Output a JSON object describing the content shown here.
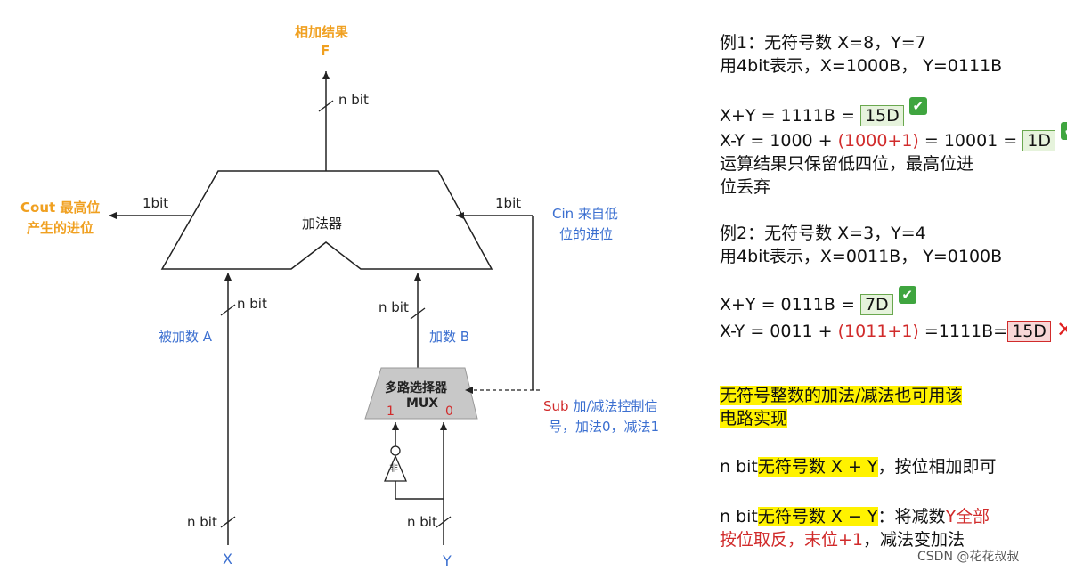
{
  "diagram": {
    "result_label": "相加结果",
    "result_symbol": "F",
    "adder_label": "加法器",
    "bus_top": "n bit",
    "cout_bit": "1bit",
    "cout_label_line1": "Cout 最高位",
    "cout_label_line2": "产生的进位",
    "cin_bit": "1bit",
    "cin_label_line1": "Cin 来自低",
    "cin_label_line2": "位的进位",
    "bus_a": "n bit",
    "addend_a": "被加数 A",
    "bus_b": "n bit",
    "addend_b": "加数 B",
    "mux_label_line1": "多路选择器",
    "mux_label_line2": "MUX",
    "mux_in1": "1",
    "mux_in0": "0",
    "sub_word": "Sub",
    "sub_label_line1": " 加/减法控制信",
    "sub_label_line2": "号，加法0，减法1",
    "not_symbol": "非",
    "bus_x": "n bit",
    "bus_y": "n bit",
    "input_x": "X",
    "input_y": "Y"
  },
  "notes": {
    "ex1_line1": "例1：无符号数 X=8，Y=7",
    "ex1_line2": "用4bit表示，X=1000B， Y=0111B",
    "ex1_sum_prefix": "X+Y = 1111B  =",
    "ex1_sum_box": "15D",
    "ex1_diff_prefix": "X-Y = 1000 + ",
    "ex1_diff_red": "(1000+1)",
    "ex1_diff_mid": " = 10001 = ",
    "ex1_diff_box": "1D",
    "ex1_note_line1": "运算结果只保留低四位，最高位进",
    "ex1_note_line2": "位丢弃",
    "ex2_line1": "例2：无符号数 X=3，Y=4",
    "ex2_line2": "用4bit表示，X=0011B， Y=0100B",
    "ex2_sum_prefix": "X+Y = 0111B =",
    "ex2_sum_box": "7D",
    "ex2_diff_prefix": "X-Y = 0011 + ",
    "ex2_diff_red": "(1011+1)",
    "ex2_diff_mid": " =1111B=",
    "ex2_diff_box": "15D",
    "conclusion_line1": "无符号整数的加法/减法也可用该",
    "conclusion_line2": "电路实现",
    "add_rule_prefix": "n bit",
    "add_rule_hl": "无符号数 X + Y",
    "add_rule_suffix": "，按位相加即可",
    "sub_rule_prefix": "n bit",
    "sub_rule_hl": "无符号数 X − Y",
    "sub_rule_mid": "：将减数",
    "sub_rule_red1": "Y全部",
    "sub_rule_red2": "按位取反，末位+1",
    "sub_rule_suffix": "，减法变加法",
    "check_mark": "✔",
    "cross_mark": "✕"
  },
  "watermark": "CSDN @花花叔叔",
  "colors": {
    "orange": "#f0a020",
    "blue": "#3b6fd0",
    "red": "#d12b2b",
    "highlight": "#fff200",
    "mux_fill": "#c8c8c8"
  }
}
